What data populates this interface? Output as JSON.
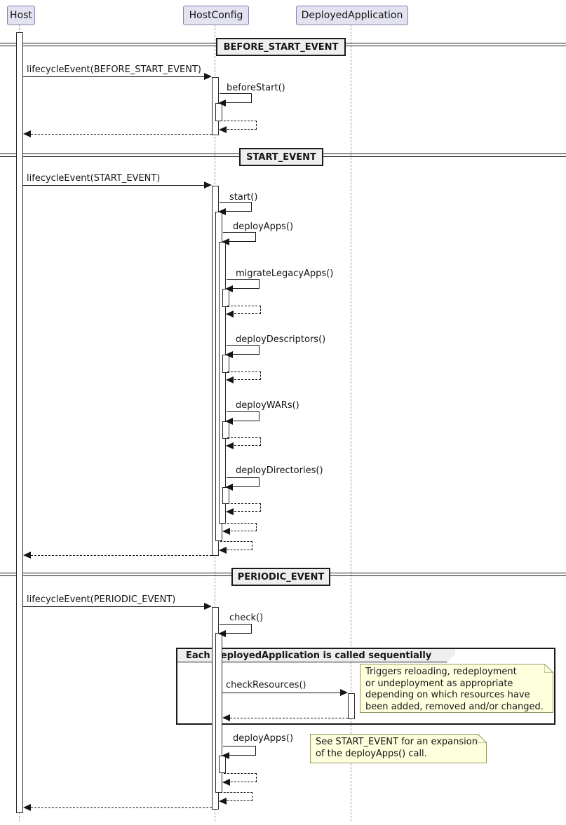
{
  "diagram": {
    "participants": [
      {
        "label": "Host"
      },
      {
        "label": "HostConfig"
      },
      {
        "label": "DeployedApplication"
      }
    ],
    "dividers": [
      {
        "label": "BEFORE_START_EVENT"
      },
      {
        "label": "START_EVENT"
      },
      {
        "label": "PERIODIC_EVENT"
      }
    ],
    "messages": {
      "lifecycle_before_start": "lifecycleEvent(BEFORE_START_EVENT)",
      "before_start": "beforeStart()",
      "lifecycle_start": "lifecycleEvent(START_EVENT)",
      "start": "start()",
      "deploy_apps": "deployApps()",
      "migrate_legacy_apps": "migrateLegacyApps()",
      "deploy_descriptors": "deployDescriptors()",
      "deploy_wars": "deployWARs()",
      "deploy_directories": "deployDirectories()",
      "lifecycle_periodic": "lifecycleEvent(PERIODIC_EVENT)",
      "check": "check()",
      "check_resources": "checkResources()",
      "deploy_apps_periodic": "deployApps()"
    },
    "group": {
      "label": "Each DeployedApplication is called sequentially"
    },
    "notes": [
      {
        "lines": [
          "Triggers reloading, redeployment",
          "or undeployment as appropriate",
          "depending on which resources have",
          "been added, removed and/or changed."
        ]
      },
      {
        "lines": [
          "See START_EVENT for an expansion",
          "of the deployApps() call."
        ]
      }
    ],
    "colors": {
      "participant_fill": "#E2E2F0",
      "participant_border": "#8383A9",
      "note_fill": "#FEFFDD",
      "note_border": "#97976B",
      "surface_fill": "#EEEEEE",
      "line": "#151515"
    }
  }
}
